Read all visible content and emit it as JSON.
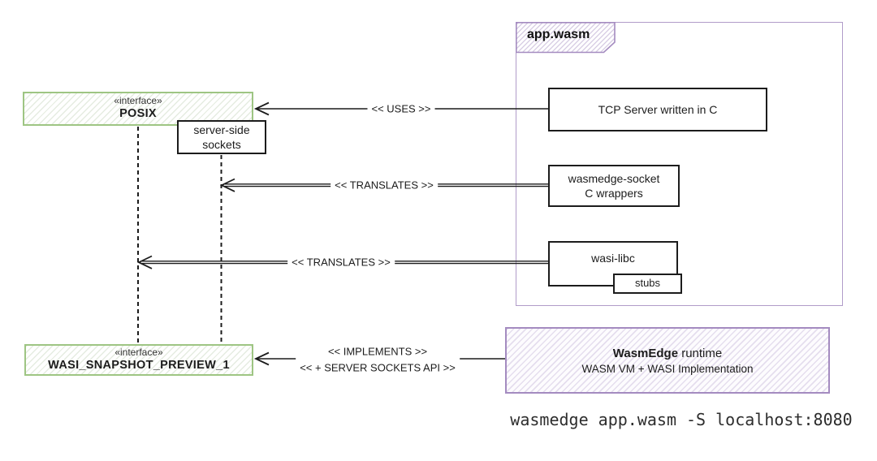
{
  "package": {
    "tab_label": "app.wasm"
  },
  "boxes": {
    "tcp_server": {
      "label": "TCP Server written in C"
    },
    "wasmedge_socket": {
      "line1": "wasmedge-socket",
      "line2": "C wrappers"
    },
    "wasi_libc": {
      "label": "wasi-libc"
    },
    "stubs": {
      "label": "stubs"
    },
    "posix": {
      "stereotype": "«interface»",
      "name": "POSIX"
    },
    "server_side_sockets": {
      "line1": "server-side",
      "line2": "sockets"
    },
    "wasi_snapshot_preview_1": {
      "stereotype": "«interface»",
      "name": "WASI_SNAPSHOT_PREVIEW_1"
    },
    "wasmedge_runtime": {
      "title_bold": "WasmEdge",
      "title_rest": " runtime",
      "subtitle": "WASM VM + WASI Implementation"
    }
  },
  "edges": {
    "uses": {
      "label": "<< USES >>"
    },
    "translates_to_sockets": {
      "label": "<< TRANSLATES >>"
    },
    "translates_to_posix": {
      "label": "<< TRANSLATES >>"
    },
    "implements": {
      "line1": "<< IMPLEMENTS >>",
      "line2": "<< + SERVER SOCKETS API >>"
    }
  },
  "command_line": "wasmedge app.wasm -S localhost:8080",
  "colors": {
    "green_border": "#9ec583",
    "purple_border": "#a48bc0",
    "ink": "#1c1c1c",
    "box_fill": "#ffffff"
  }
}
